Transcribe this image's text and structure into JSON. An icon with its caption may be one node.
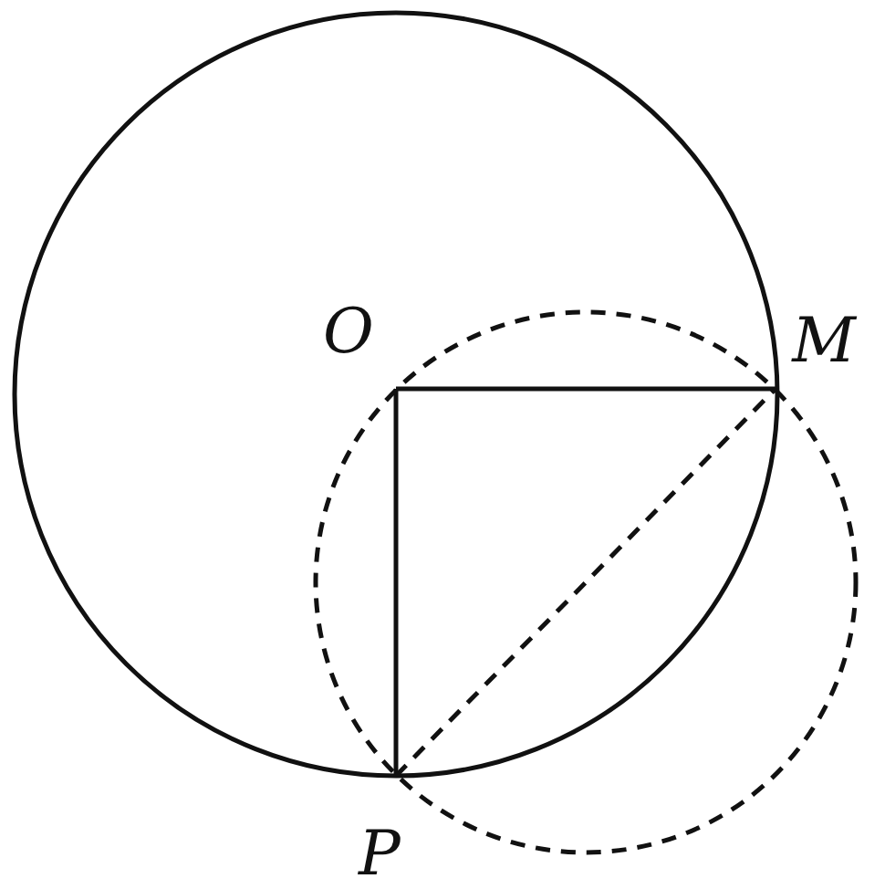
{
  "diagram": {
    "nodes": [
      {
        "text": [
          "O"
        ]
      },
      {
        "text": [
          "M"
        ]
      },
      {
        "text": [
          "P"
        ]
      }
    ],
    "edges": [
      {
        "from": 0,
        "to": 1,
        "arrow": "none"
      },
      {
        "from": 0,
        "to": 2,
        "arrow": "none"
      },
      {
        "from": 2,
        "to": 1,
        "arrow": "none",
        "style": "dashed"
      }
    ]
  }
}
